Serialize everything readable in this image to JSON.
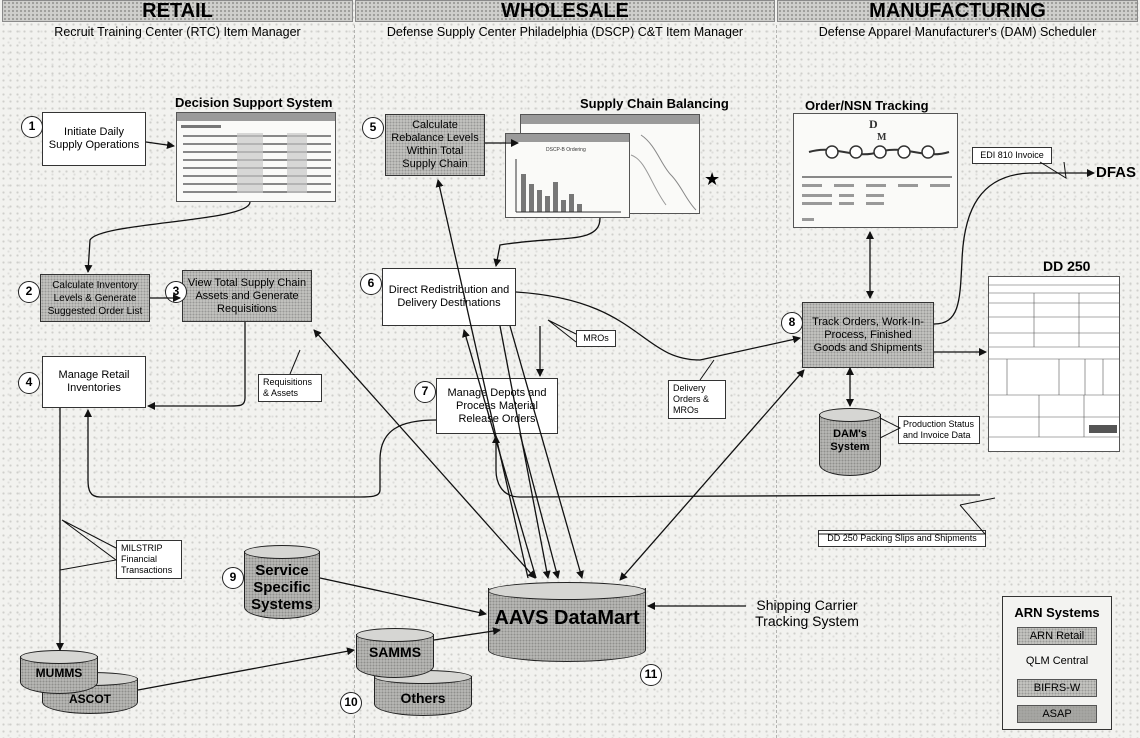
{
  "columns": {
    "retail": {
      "title": "RETAIL",
      "subtitle": "Recruit Training Center (RTC) Item Manager"
    },
    "wholesale": {
      "title": "WHOLESALE",
      "subtitle": "Defense Supply Center Philadelphia (DSCP) C&T Item Manager"
    },
    "manufacturing": {
      "title": "MANUFACTURING",
      "subtitle": "Defense Apparel Manufacturer's (DAM) Scheduler"
    }
  },
  "section_titles": {
    "decision_support": "Decision Support System",
    "supply_chain_balancing": "Supply Chain Balancing",
    "order_tracking": "Order/NSN Tracking",
    "dd250": "DD 250"
  },
  "steps": [
    {
      "num": "1",
      "label": "Initiate Daily Supply Operations"
    },
    {
      "num": "2",
      "label": "Calculate Inventory Levels & Generate Suggested Order List"
    },
    {
      "num": "3",
      "label": "View Total Supply Chain Assets and Generate Requisitions"
    },
    {
      "num": "4",
      "label": "Manage Retail Inventories"
    },
    {
      "num": "5",
      "label": "Calculate Rebalance Levels Within Total Supply Chain"
    },
    {
      "num": "6",
      "label": "Direct Redistribution and Delivery Destinations"
    },
    {
      "num": "7",
      "label": "Manage Depots and Process Material Release Orders"
    },
    {
      "num": "8",
      "label": "Track Orders, Work-In-Process, Finished Goods and Shipments"
    },
    {
      "num": "9"
    },
    {
      "num": "10"
    },
    {
      "num": "11"
    }
  ],
  "tags": {
    "requisitions": "Requisitions & Assets",
    "mros": "MROs",
    "delivery_orders": "Delivery Orders & MROs",
    "production_status": "Production Status and Invoice Data",
    "edi": "EDI 810 Invoice",
    "dd250_slips": "DD 250 Packing Slips and Shipments",
    "milstrip": "MILSTRIP Financial Transactions"
  },
  "databases": {
    "dam": "DAM's System",
    "service": "Service Specific Systems",
    "aavs": "AAVS DataMart",
    "mumms": "MUMMS",
    "ascot": "ASCOT",
    "samms": "SAMMS",
    "others": "Others"
  },
  "external": {
    "dfas": "DFAS",
    "shipping": "Shipping Carrier Tracking System"
  },
  "legend": {
    "title": "ARN Systems",
    "items": [
      "ARN Retail",
      "QLM Central",
      "BIFRS-W",
      "ASAP"
    ]
  }
}
